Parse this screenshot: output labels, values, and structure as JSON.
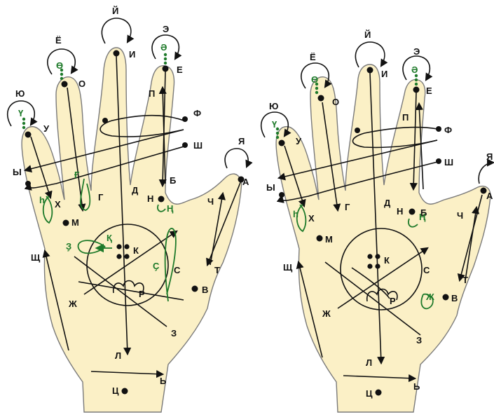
{
  "colors": {
    "skin": "#fbf0c6",
    "ink": "#111111",
    "green": "#1e7a2a"
  },
  "left_hand": {
    "labels": {
      "yo": "Ё",
      "short_i": "Й",
      "e_rev": "Э",
      "yu": "Ю",
      "ya": "Я",
      "u": "У",
      "o": "О",
      "i": "И",
      "e": "Е",
      "p": "П",
      "f": "Ф",
      "sh": "Ш",
      "y": "Ы",
      "a": "А",
      "g": "Г",
      "d": "Д",
      "b": "Б",
      "h": "Х",
      "n": "Н",
      "ch": "Ч",
      "m": "М",
      "k": "К",
      "s": "С",
      "t": "Т",
      "v": "В",
      "shch": "Щ",
      "r": "Р",
      "zh": "Ж",
      "z": "З",
      "l": "Л",
      "soft": "Ь",
      "ts": "Ц"
    },
    "green_labels": {
      "o_bar": "Ө",
      "ue": "Ү",
      "e_schwa": "Ә",
      "shha": "һ",
      "gh": "Ғ",
      "ng": "Ң",
      "q": "Қ",
      "zh_desc": "Ҙ",
      "s_desc": "Ҫ"
    }
  },
  "right_hand": {
    "labels": {
      "yo": "Ё",
      "short_i": "Й",
      "e_rev": "Э",
      "yu": "Ю",
      "ya": "Я",
      "u": "У",
      "o": "О",
      "i": "И",
      "e": "Е",
      "p": "П",
      "f": "Ф",
      "sh": "Ш",
      "y": "Ы",
      "a": "А",
      "g": "Г",
      "d": "Д",
      "b": "Б",
      "h": "Х",
      "n": "Н",
      "ch": "Ч",
      "m": "М",
      "k": "К",
      "s": "С",
      "t": "Т",
      "v": "В",
      "shch": "Щ",
      "r": "Р",
      "zh": "Ж",
      "z": "З",
      "l": "Л",
      "soft": "Ь",
      "ts": "Ц"
    },
    "green_labels": {
      "o_bar": "Ө",
      "ue": "Ү",
      "e_schwa": "Ә",
      "shha": "һ",
      "ng": "Ң",
      "zh_green": "Ж"
    }
  }
}
